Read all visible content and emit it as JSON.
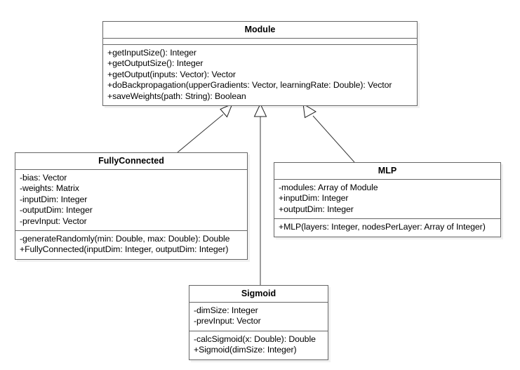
{
  "diagram": {
    "kind": "uml-class-diagram",
    "background_color": "#ffffff",
    "border_color": "#666666",
    "line_color": "#3a3a3a",
    "classes": {
      "module": {
        "name": "Module",
        "attributes": [],
        "operations": [
          "+getInputSize(): Integer",
          "+getOutputSize(): Integer",
          "+getOutput(inputs: Vector): Vector",
          "+doBackpropagation(upperGradients: Vector, learningRate: Double): Vector",
          "+saveWeights(path: String): Boolean"
        ]
      },
      "fullyconnected": {
        "name": "FullyConnected",
        "attributes": [
          "-bias: Vector",
          "-weights: Matrix",
          "-inputDim: Integer",
          "-outputDim: Integer",
          "-prevInput: Vector"
        ],
        "operations": [
          "-generateRandomly(min: Double, max: Double): Double",
          "+FullyConnected(inputDim: Integer, outputDim: Integer)"
        ]
      },
      "mlp": {
        "name": "MLP",
        "attributes": [
          "-modules: Array of Module",
          "+inputDim: Integer",
          "+outputDim: Integer"
        ],
        "operations": [
          "+MLP(layers: Integer, nodesPerLayer: Array of Integer)"
        ]
      },
      "sigmoid": {
        "name": "Sigmoid",
        "attributes": [
          "-dimSize: Integer",
          "-prevInput: Vector"
        ],
        "operations": [
          "-calcSigmoid(x: Double): Double",
          "+Sigmoid(dimSize: Integer)"
        ]
      }
    },
    "relationships": [
      {
        "type": "generalization",
        "from": "FullyConnected",
        "to": "Module"
      },
      {
        "type": "generalization",
        "from": "Sigmoid",
        "to": "Module"
      },
      {
        "type": "generalization",
        "from": "MLP",
        "to": "Module"
      }
    ]
  }
}
